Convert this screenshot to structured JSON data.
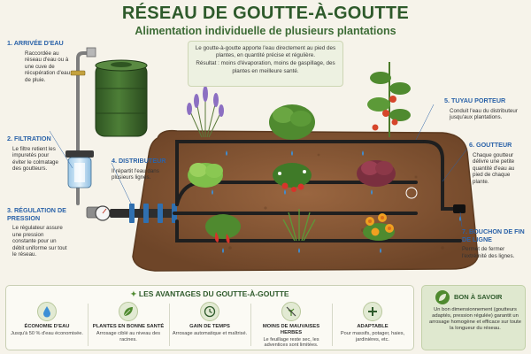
{
  "title": "RÉSEAU DE GOUTTE-À-GOUTTE",
  "subtitle": "Alimentation individuelle de plusieurs plantations",
  "intro": {
    "line1": "Le goutte-à-goutte apporte l'eau directement au pied des plantes, en quantité précise et régulière.",
    "line2": "Résultat : moins d'évaporation, moins de gaspillage, des plantes en meilleure santé."
  },
  "callouts": {
    "c1": {
      "heading": "1. ARRIVÉE D'EAU",
      "text": "Raccordée au réseau d'eau ou à une cuve de récupération d'eau de pluie."
    },
    "c2": {
      "heading": "2. FILTRATION",
      "text": "Le filtre retient les impuretés pour éviter le colmatage des goutteurs."
    },
    "c3": {
      "heading": "3. RÉGULATION DE PRESSION",
      "text": "Le régulateur assure une pression constante pour un débit uniforme sur tout le réseau."
    },
    "c4": {
      "heading": "4. DISTRIBUTEUR",
      "text": "Il répartit l'eau dans plusieurs lignes."
    },
    "c5": {
      "heading": "5. TUYAU PORTEUR",
      "text": "Conduit l'eau du distributeur jusqu'aux plantations."
    },
    "c6": {
      "heading": "6. GOUTTEUR",
      "text": "Chaque goutteur délivre une petite quantité d'eau au pied de chaque plante."
    },
    "c7": {
      "heading": "7. BOUCHON DE FIN DE LIGNE",
      "text": "Permet de fermer l'extrémité des lignes."
    }
  },
  "benefits": {
    "title": "LES AVANTAGES DU GOUTTE-À-GOUTTE",
    "items": [
      {
        "heading": "ÉCONOMIE D'EAU",
        "text": "Jusqu'à 50 % d'eau économisée.",
        "icon": "water-drop-icon"
      },
      {
        "heading": "PLANTES EN BONNE SANTÉ",
        "text": "Arrosage ciblé au niveau des racines.",
        "icon": "leaf-icon"
      },
      {
        "heading": "GAIN DE TEMPS",
        "text": "Arrosage automatique et maîtrisé.",
        "icon": "clock-icon"
      },
      {
        "heading": "MOINS DE MAUVAISES HERBES",
        "text": "Le feuillage reste sec, les adventices sont limitées.",
        "icon": "no-weeds-icon"
      },
      {
        "heading": "ADAPTABLE",
        "text": "Pour massifs, potager, haies, jardinières, etc.",
        "icon": "plus-icon"
      }
    ]
  },
  "know": {
    "heading": "BON À SAVOIR",
    "text": "Un bon dimensionnement (goutteurs adaptés, pression régulée) garantit un arrosage homogène et efficace sur toute la longueur du réseau."
  },
  "colors": {
    "title_green": "#2e5a2b",
    "callout_blue": "#2a62a8",
    "soil": "#8a5a36",
    "tank": "#3f6b2e",
    "pipe": "#2a2a2a",
    "drop": "#3d8fd6"
  }
}
